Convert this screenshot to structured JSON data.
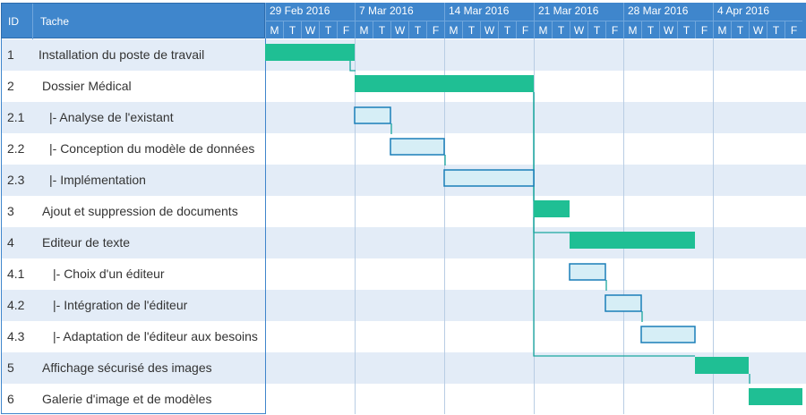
{
  "header": {
    "id_label": "ID",
    "name_label": "Tache"
  },
  "weeks": [
    "29 Feb 2016",
    "7 Mar 2016",
    "14 Mar 2016",
    "21 Mar 2016",
    "28 Mar 2016",
    "4 Apr 2016"
  ],
  "day_letters": [
    "M",
    "T",
    "W",
    "T",
    "F"
  ],
  "colors": {
    "header_bg": "#3f86cc",
    "row_even": "#e3ecf7",
    "bar_parent": "#1fbf94",
    "bar_child_fill": "#d6eef6",
    "bar_child_stroke": "#1a7fb8",
    "dependency_line": "#1aa79e"
  },
  "tasks": [
    {
      "id": "1",
      "name": "Installation du poste de travail",
      "level": 0,
      "type": "parent",
      "start": "2016-02-29",
      "end": "2016-03-04"
    },
    {
      "id": "2",
      "name": "Dossier Médical",
      "level": 0,
      "type": "parent",
      "start": "2016-03-07",
      "end": "2016-03-18"
    },
    {
      "id": "2.1",
      "name": "|- Analyse de l'existant",
      "level": 1,
      "type": "child",
      "start": "2016-03-07",
      "end": "2016-03-08"
    },
    {
      "id": "2.2",
      "name": "|- Conception du modèle de données",
      "level": 1,
      "type": "child",
      "start": "2016-03-09",
      "end": "2016-03-11"
    },
    {
      "id": "2.3",
      "name": "|- Implémentation",
      "level": 1,
      "type": "child",
      "start": "2016-03-14",
      "end": "2016-03-18"
    },
    {
      "id": "3",
      "name": "Ajout et suppression de documents",
      "level": 0,
      "type": "parent",
      "start": "2016-03-21",
      "end": "2016-03-22"
    },
    {
      "id": "4",
      "name": "Editeur de texte",
      "level": 0,
      "type": "parent",
      "start": "2016-03-23",
      "end": "2016-03-31"
    },
    {
      "id": "4.1",
      "name": "|- Choix d'un éditeur",
      "level": 2,
      "type": "child",
      "start": "2016-03-23",
      "end": "2016-03-24"
    },
    {
      "id": "4.2",
      "name": "|- Intégration de l'éditeur",
      "level": 2,
      "type": "child",
      "start": "2016-03-25",
      "end": "2016-03-28"
    },
    {
      "id": "4.3",
      "name": "|- Adaptation de l'éditeur aux besoins",
      "level": 2,
      "type": "child",
      "start": "2016-03-29",
      "end": "2016-03-31"
    },
    {
      "id": "5",
      "name": "Affichage sécurisé des images",
      "level": 0,
      "type": "parent",
      "start": "2016-04-01",
      "end": "2016-04-05"
    },
    {
      "id": "6",
      "name": "Galerie d'image et de modèles",
      "level": 0,
      "type": "parent",
      "start": "2016-04-06",
      "end": "2016-04-08"
    }
  ],
  "dependencies": [
    {
      "from": "1",
      "to": "2"
    },
    {
      "from": "2",
      "to": "3"
    },
    {
      "from": "3",
      "to": "4"
    },
    {
      "from": "2",
      "to": "5"
    },
    {
      "from": "5",
      "to": "6"
    },
    {
      "from": "2.1",
      "to": "2.2"
    },
    {
      "from": "2.2",
      "to": "2.3"
    },
    {
      "from": "4.1",
      "to": "4.2"
    },
    {
      "from": "4.2",
      "to": "4.3"
    }
  ]
}
